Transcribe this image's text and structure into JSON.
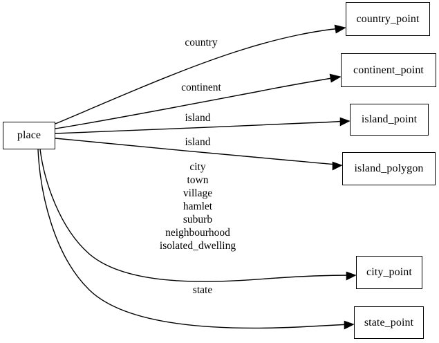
{
  "diagram": {
    "type": "directed-graph",
    "title": "place",
    "background_color": "#ffffff",
    "line_color": "#000000",
    "text_color": "#000000",
    "source_node": {
      "id": "place",
      "label": "place"
    },
    "target_nodes": [
      {
        "id": "country_point",
        "label": "country_point"
      },
      {
        "id": "continent_point",
        "label": "continent_point"
      },
      {
        "id": "island_point",
        "label": "island_point"
      },
      {
        "id": "island_polygon",
        "label": "island_polygon"
      },
      {
        "id": "city_point",
        "label": "city_point"
      },
      {
        "id": "state_point",
        "label": "state_point"
      }
    ],
    "edges": [
      {
        "from": "place",
        "to": "country_point",
        "label": "country"
      },
      {
        "from": "place",
        "to": "continent_point",
        "label": "continent"
      },
      {
        "from": "place",
        "to": "island_point",
        "label": "island"
      },
      {
        "from": "place",
        "to": "island_polygon",
        "label": "island"
      },
      {
        "from": "place",
        "to": "city_point",
        "label": "city\ntown\nvillage\nhamlet\nsuburb\nneighbourhood\nisolated_dwelling"
      },
      {
        "from": "place",
        "to": "state_point",
        "label": "state"
      }
    ]
  }
}
